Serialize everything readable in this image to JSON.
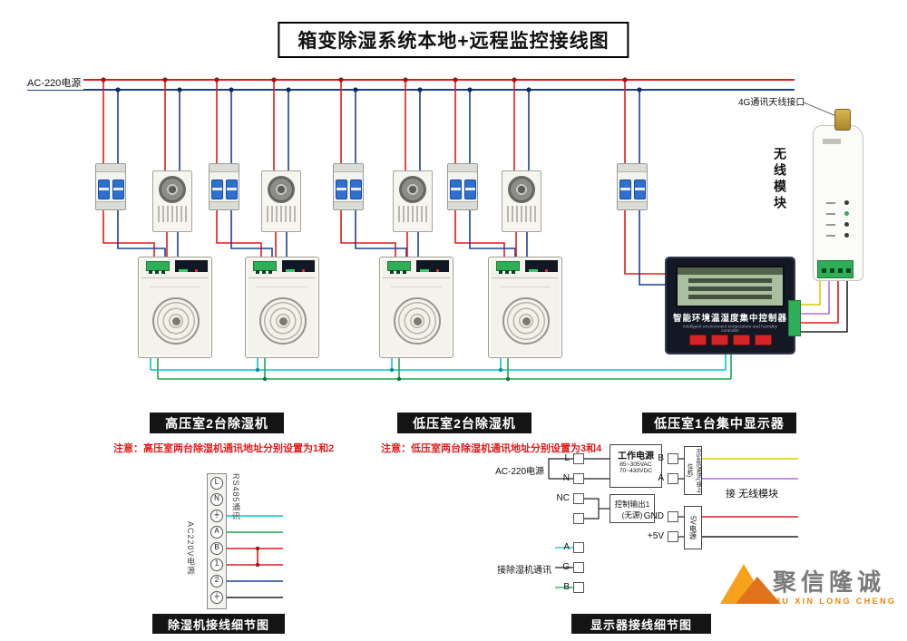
{
  "title": "箱变除湿系统本地+远程监控接线图",
  "power": {
    "label": "AC-220电源"
  },
  "wireless_module": {
    "antenna_label": "4G通讯天线接口",
    "name": "无线模块"
  },
  "controller": {
    "name": "智能环境温湿度集中控制器",
    "subname": "Intelligent environment temperature and humidity controller"
  },
  "sections": {
    "high_label": "高压室2台除湿机",
    "high_note": "注意：高压室两台除湿机通讯地址分别设置为1和2",
    "low_label": "低压室2台除湿机",
    "low_note": "注意：低压室两台除湿机通讯地址分别设置为3和4",
    "display_label": "低压室1台集中显示器"
  },
  "detail_dehumidifier": {
    "caption": "除湿机接线细节图",
    "side_label_left": "AC220V电源",
    "side_label_right": "RS485通讯",
    "terminals": [
      "L",
      "N",
      "⏚",
      "A",
      "B",
      "1",
      "2",
      "⏚"
    ]
  },
  "detail_display": {
    "caption": "显示器接线细节图",
    "terminals": [
      "L",
      "N",
      "NC",
      "",
      "A",
      "G",
      "B"
    ],
    "power_box": [
      "工作电源",
      "85~305VAC",
      "70~430VDC"
    ],
    "ac_label": "AC-220电源",
    "control_out": [
      "控制输出1",
      "(无源)"
    ],
    "comm_label": "接除湿机通讯",
    "rs485_label": "RS485通讯(接上位机)",
    "power5_label": "5V电源",
    "module_terminals": [
      "B",
      "A",
      "GND",
      "+5V"
    ],
    "wireless_label": "接 无线模块"
  },
  "logo": {
    "cn": "聚信隆诚",
    "en": "JU XIN LONG CHENG"
  },
  "colors": {
    "live_red": "#e01b1b",
    "neutral_blue": "#1c3f94",
    "comm_cyan": "#00c7c7",
    "comm_green": "#1aa84c",
    "signal_yellow": "#ddc800",
    "signal_purple": "#b06fe0",
    "logo_orange": "#f08300"
  }
}
